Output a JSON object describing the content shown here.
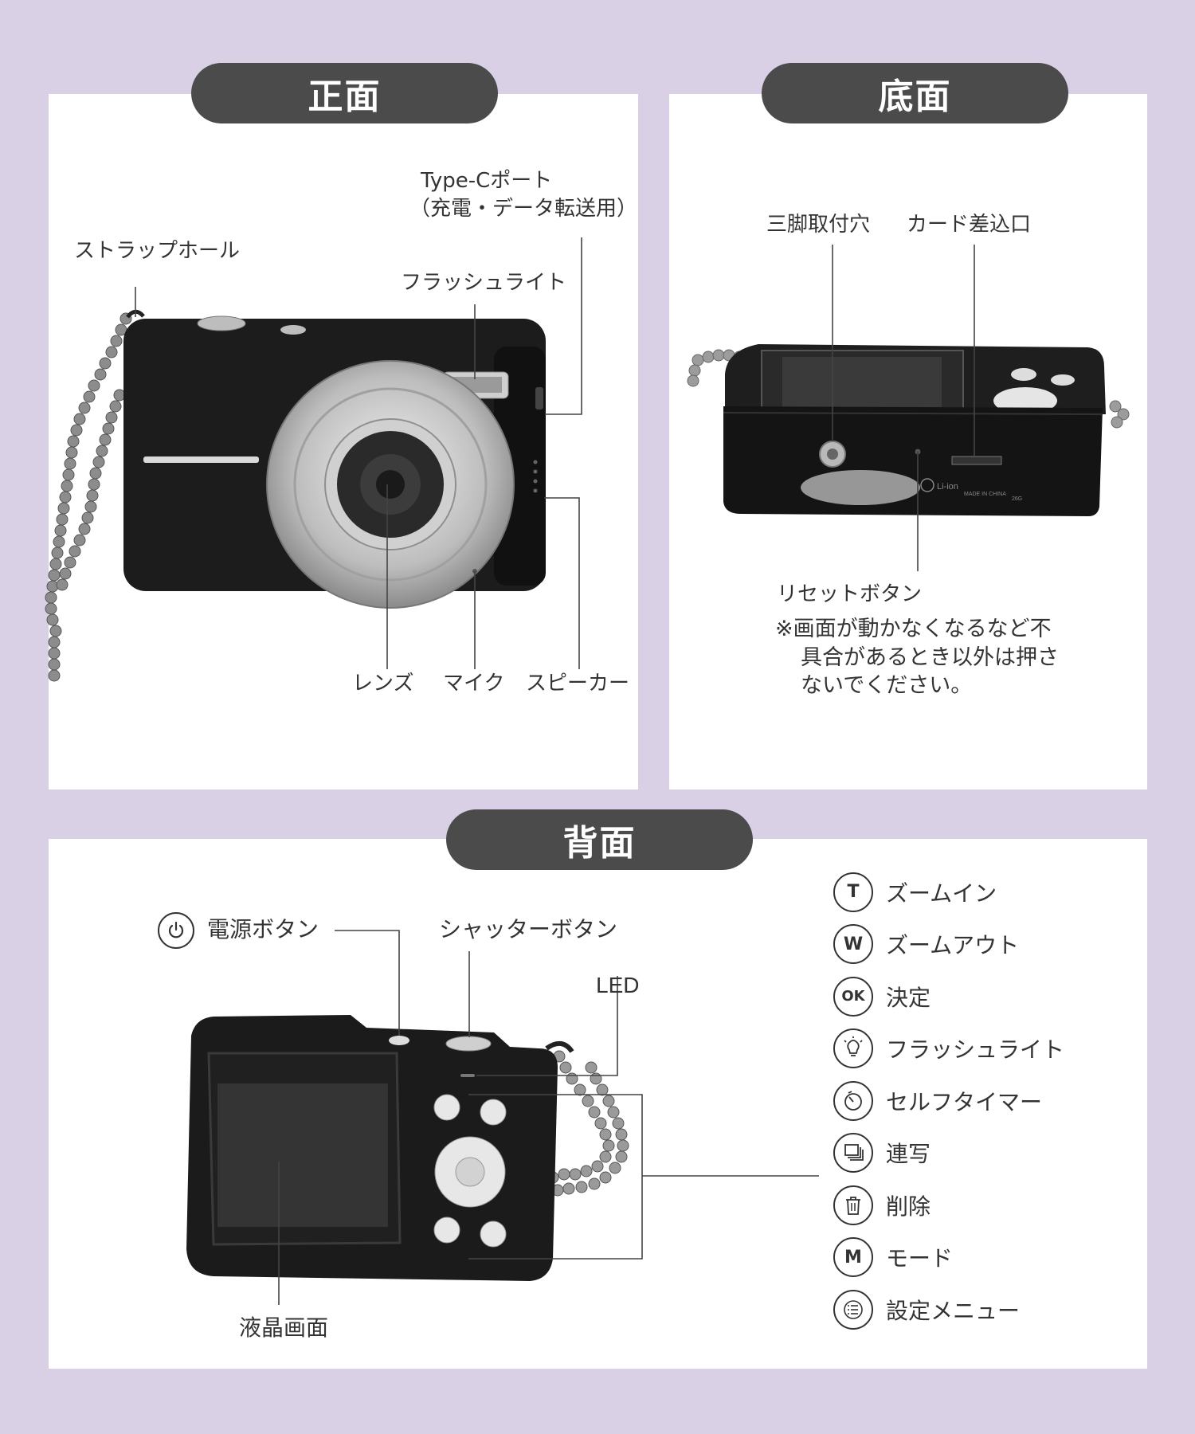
{
  "front": {
    "title": "正面",
    "labels": {
      "typec_line1": "Type-Cポート",
      "typec_line2": "（充電・データ転送用）",
      "strap_hole": "ストラップホール",
      "flash_light": "フラッシュライト",
      "lens": "レンズ",
      "mic": "マイク",
      "speaker": "スピーカー"
    },
    "camera_print": ""
  },
  "bottom": {
    "title": "底面",
    "labels": {
      "tripod": "三脚取付穴",
      "card": "カード差込口",
      "reset": "リセットボタン"
    },
    "note_line1": "※画面が動かなくなるなど不",
    "note_line2": "具合があるとき以外は押さ",
    "note_line3": "ないでください。",
    "camera_print": {
      "battery": "Li-ion",
      "made_in": "MADE IN CHINA",
      "size": "26G"
    }
  },
  "back": {
    "title": "背面",
    "labels": {
      "power": "電源ボタン",
      "shutter": "シャッターボタン",
      "led": "LED",
      "lcd": "液晶画面"
    },
    "legend": [
      {
        "icon": "T",
        "label": "ズームイン"
      },
      {
        "icon": "W",
        "label": "ズームアウト"
      },
      {
        "icon": "OK",
        "label": "決定"
      },
      {
        "icon": "bulb-icon",
        "label": "フラッシュライト"
      },
      {
        "icon": "timer-icon",
        "label": "セルフタイマー"
      },
      {
        "icon": "burst-icon",
        "label": "連写"
      },
      {
        "icon": "trash-icon",
        "label": "削除"
      },
      {
        "icon": "M",
        "label": "モード"
      },
      {
        "icon": "menu-icon",
        "label": "設定メニュー"
      }
    ]
  },
  "colors": {
    "background": "#d9d0e6",
    "pill": "#4b4b4b",
    "camera_body": "#1c1c1c",
    "text": "#333333"
  }
}
